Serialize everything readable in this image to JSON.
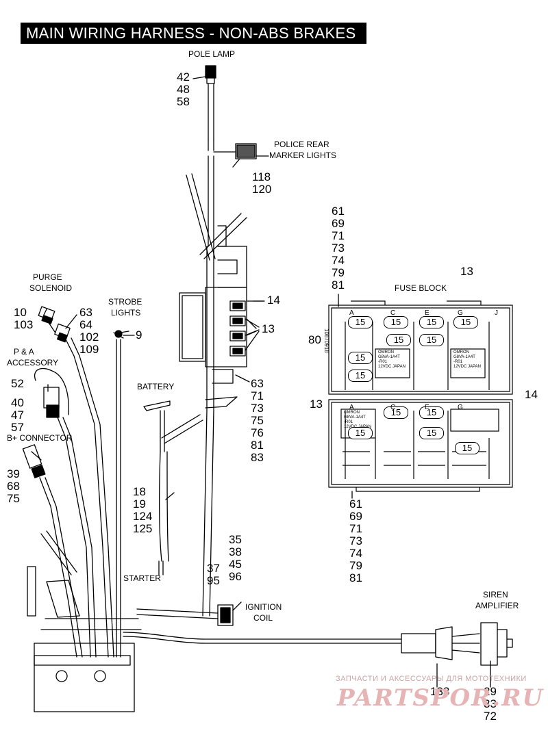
{
  "title": "MAIN WIRING HARNESS - NON-ABS BRAKES",
  "labels": {
    "pole_lamp": "POLE LAMP",
    "police_rear": "POLICE REAR",
    "marker_lights": "MARKER LIGHTS",
    "purge": "PURGE",
    "solenoid": "SOLENOID",
    "strobe": "STROBE",
    "lights": "LIGHTS",
    "pa": "P & A",
    "accessory": "ACCESSORY",
    "bplus": "B+ CONNECTOR",
    "battery": "BATTERY",
    "starter": "STARTER",
    "ignition": "IGNITION",
    "coil": "COIL",
    "fuse_block": "FUSE BLOCK",
    "siren": "SIREN",
    "amplifier": "AMPLIFIER"
  },
  "callouts": {
    "pole_lamp": [
      "42",
      "48",
      "58"
    ],
    "marker": [
      "118",
      "120"
    ],
    "fuse_top": [
      "61",
      "69",
      "71",
      "73",
      "74",
      "79",
      "81"
    ],
    "c14a": [
      "14"
    ],
    "c13a": [
      "13"
    ],
    "c13b": [
      "13"
    ],
    "relay_group": [
      "63",
      "71",
      "73",
      "75",
      "76",
      "81",
      "83"
    ],
    "purge": [
      "10",
      "103"
    ],
    "p63": [
      "63",
      "64",
      "102",
      "109"
    ],
    "strobe9": [
      "9"
    ],
    "c80": [
      "80"
    ],
    "pa": [
      "52",
      "40",
      "47",
      "57"
    ],
    "c13c": [
      "13"
    ],
    "c14b": [
      "14"
    ],
    "bplus": [
      "39",
      "68",
      "75"
    ],
    "battery": [
      "18",
      "19",
      "124",
      "125"
    ],
    "fuse_bottom": [
      "61",
      "69",
      "71",
      "73",
      "74",
      "79",
      "81"
    ],
    "ign_top": [
      "35",
      "38",
      "45",
      "96"
    ],
    "ign_left": [
      "37",
      "95"
    ],
    "c133": [
      "133"
    ],
    "siren": [
      "29",
      "33",
      "72"
    ]
  },
  "fuse_block": {
    "cells": [
      "15",
      "15",
      "15",
      "15",
      "15",
      "15",
      "15",
      "15",
      "15",
      "15",
      "15",
      "15",
      "15"
    ],
    "letters_top": [
      "A",
      "C",
      "E",
      "G",
      "J"
    ],
    "letters_bottom": [
      "A",
      "C",
      "E",
      "G"
    ],
    "relay_text": [
      "OMRON",
      "G8VA-1A4T",
      "-R01",
      "12VDC JAPAN"
    ],
    "side_number": "10870918"
  },
  "watermark": {
    "line1": "ЗАПЧАСТИ И АКСЕССУАРЫ ДЛЯ МОТОТЕХНИКИ",
    "line2": "PARTSPOR.RU"
  }
}
